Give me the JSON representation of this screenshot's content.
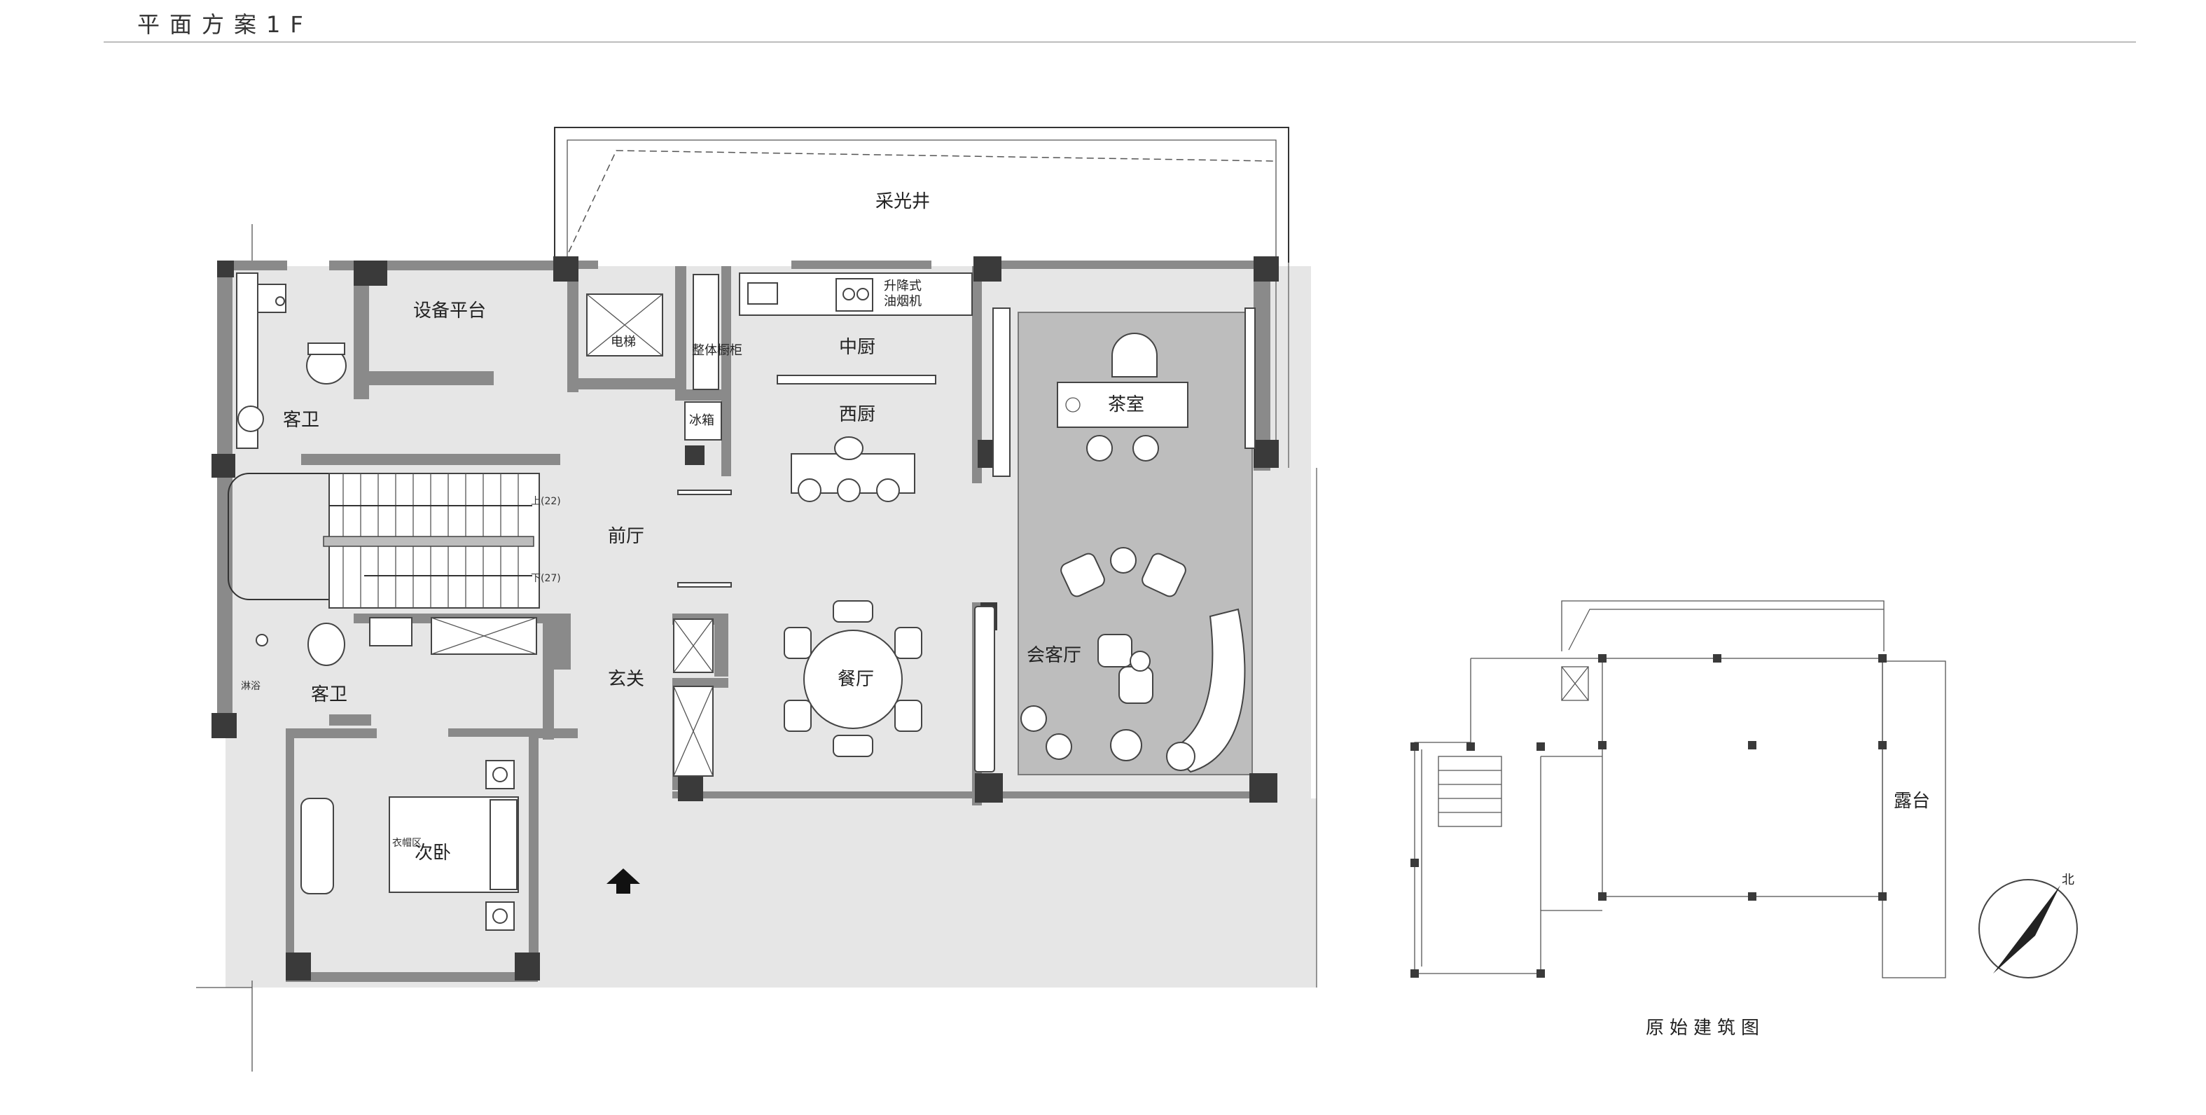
{
  "sheet": {
    "title": "平面方案1F"
  },
  "floor_plan": {
    "rooms": {
      "lightwell": "采光井",
      "equipment": "设备平台",
      "elevator": "电梯",
      "cabinet": "整体橱柜",
      "range_hood": "升降式\n油烟机",
      "range_hood_l1": "升降式",
      "range_hood_l2": "油烟机",
      "chinese_kitchen": "中厨",
      "fridge": "冰箱",
      "western_kitchen": "西厨",
      "tea_room": "茶室",
      "guest_bath_top": "客卫",
      "foyer": "前厅",
      "stair_up": "上(22)",
      "stair_down": "下(27)",
      "entry": "玄关",
      "dining": "餐厅",
      "reception": "会客厅",
      "guest_bath_bottom": "客卫",
      "bedroom": "次卧",
      "wardrobe": "衣帽区",
      "bath_small": "淋浴"
    }
  },
  "original_plan": {
    "caption": "原始建筑图",
    "terrace": "露台",
    "north": "北"
  },
  "colors": {
    "wall": "#8a8a8a",
    "column": "#3a3a3a",
    "floor": "#e6e6e6",
    "reception_floor": "#bdbdbd",
    "line": "#333333"
  }
}
